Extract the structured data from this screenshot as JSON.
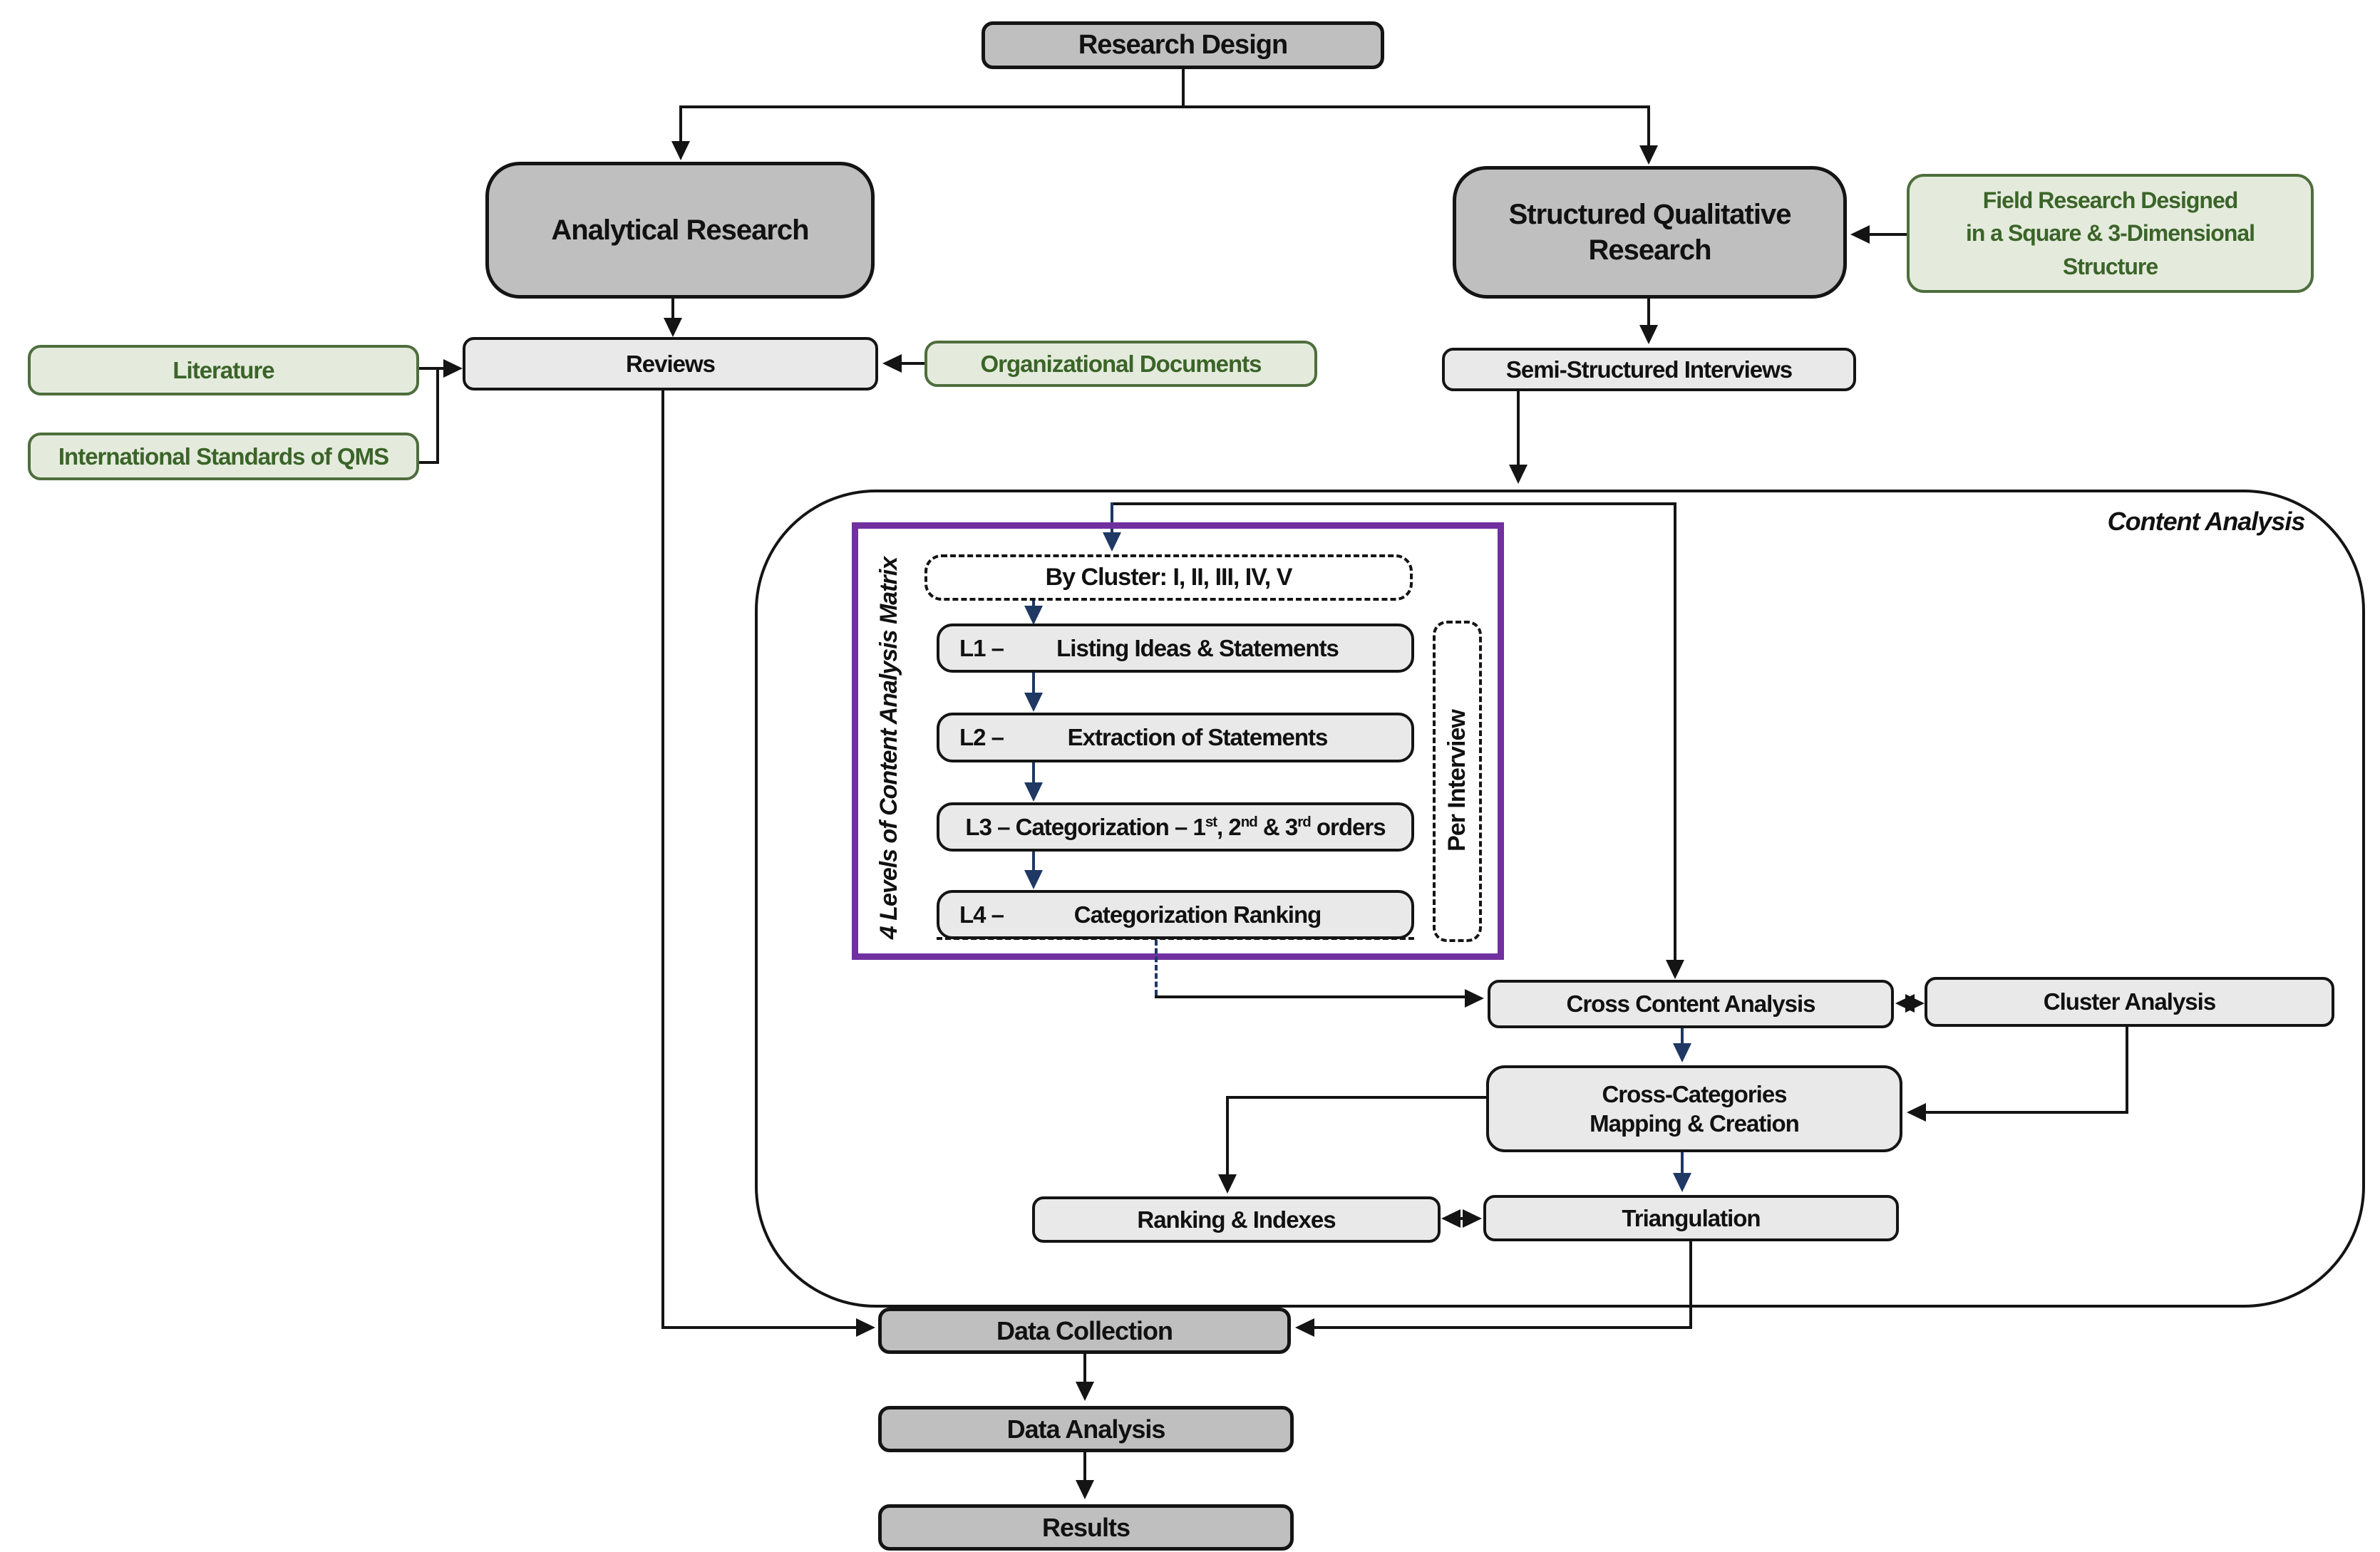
{
  "palette": {
    "dark_gray": "#bfbfbf",
    "light_gray": "#e9e9e9",
    "green_fill": "#e4ebdc",
    "green_border": "#4e6e3d",
    "green_text": "#3b6429",
    "purple": "#7030a0",
    "navy": "#1f3864",
    "line": "#141414"
  },
  "nodes": {
    "research_design": {
      "label": "Research Design"
    },
    "analytical": {
      "label": "Analytical Research"
    },
    "sqr": {
      "line1": "Structured Qualitative",
      "line2": "Research"
    },
    "field_research": {
      "line1": "Field Research Designed",
      "line2": "in a Square & 3-Dimensional",
      "line3": "Structure"
    },
    "reviews": {
      "label": "Reviews"
    },
    "literature": {
      "label": "Literature"
    },
    "qms": {
      "label": "International Standards of QMS"
    },
    "org_docs": {
      "label": "Organizational Documents"
    },
    "interviews": {
      "label": "Semi-Structured Interviews"
    },
    "container_label": "Content Analysis",
    "matrix_label": "4 Levels of Content Analysis Matrix",
    "by_cluster": {
      "label": "By Cluster: I, II, III, IV, V"
    },
    "l1": {
      "prefix": "L1 –",
      "label": "Listing Ideas & Statements"
    },
    "l2": {
      "prefix": "L2 –",
      "label": "Extraction of Statements"
    },
    "l3": {
      "p1": "L3 – Categorization – 1",
      "s1": "st",
      "p2": ", 2",
      "s2": "nd",
      "p3": " & 3",
      "s3": "rd",
      "p4": " orders"
    },
    "l4": {
      "prefix": "L4 –",
      "label": "Categorization Ranking"
    },
    "per_interview": {
      "label": "Per Interview"
    },
    "cca": {
      "label": "Cross Content Analysis"
    },
    "cluster": {
      "label": "Cluster Analysis"
    },
    "cross_categories": {
      "line1": "Cross-Categories",
      "line2": "Mapping & Creation"
    },
    "ranking": {
      "label": "Ranking & Indexes"
    },
    "triangulation": {
      "label": "Triangulation"
    },
    "data_collection": {
      "label": "Data Collection"
    },
    "data_analysis": {
      "label": "Data Analysis"
    },
    "results": {
      "label": "Results"
    }
  }
}
